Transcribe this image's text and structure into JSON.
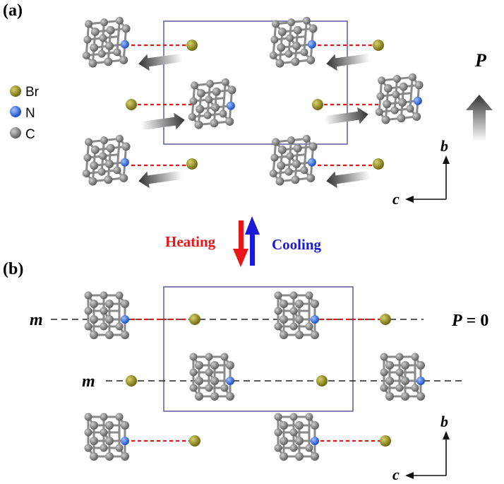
{
  "panel_a": {
    "label": "(a)"
  },
  "panel_b": {
    "label": "(b)"
  },
  "legend": [
    {
      "label": "Br",
      "color": "#8e8a1a"
    },
    {
      "label": "N",
      "color": "#2f67d8"
    },
    {
      "label": "C",
      "color": "#7b7b7b"
    }
  ],
  "polarization": {
    "label": "P",
    "zero_label": "P = 0"
  },
  "axes": {
    "b_label": "b",
    "c_label": "c"
  },
  "transition": {
    "heating_label": "Heating",
    "heating_color": "#e8161b",
    "cooling_label": "Cooling",
    "cooling_color": "#1a1ad8"
  },
  "mirror_label": "m",
  "colors": {
    "cell": "#5a5a9a",
    "bond": "#e01818",
    "c_bond": "#8a8a8a"
  }
}
